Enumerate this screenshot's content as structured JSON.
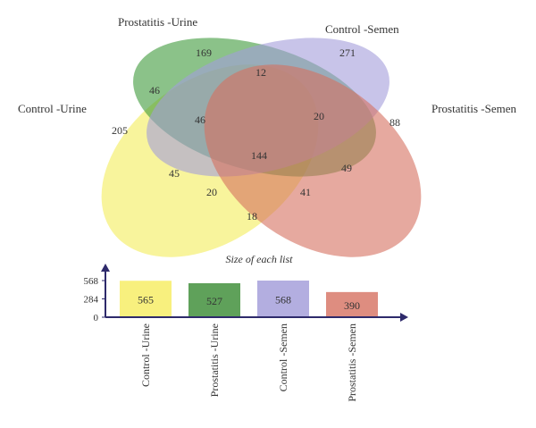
{
  "venn": {
    "sets": [
      {
        "key": "control_urine",
        "name": "Control -Urine",
        "color": "#f4ec5a"
      },
      {
        "key": "prostatitis_urine",
        "name": "Prostatitis -Urine",
        "color": "#3d9a3a"
      },
      {
        "key": "control_semen",
        "name": "Control -Semen",
        "color": "#a49cdb"
      },
      {
        "key": "prostatitis_semen",
        "name": "Prostatitis -Semen",
        "color": "#d6705f"
      }
    ],
    "regions": {
      "cu_only": "205",
      "pu_only": "169",
      "cs_only": "271",
      "ps_only": "88",
      "cu_pu": "46",
      "pu_cs": "12",
      "cu_pu_cs": "46",
      "pu_cs_ps": "20",
      "all": "144",
      "cu_ps": "45",
      "cs_ps": "49",
      "cu_pu_ps": "20",
      "cu_cs_ps": "41",
      "cu_ps_only": "18"
    }
  },
  "chart_data": {
    "type": "bar",
    "title": "Size of each list",
    "categories": [
      "Control -Urine",
      "Prostatitis -Urine",
      "Control -Semen",
      "Prostatitis -Semen"
    ],
    "values": [
      565,
      527,
      568,
      390
    ],
    "data_labels": [
      "565",
      "527",
      "568",
      "390"
    ],
    "colors": [
      "#f8f07e",
      "#5fa15a",
      "#b3aee0",
      "#de8d80"
    ],
    "yticks": [
      "0",
      "284",
      "568"
    ],
    "ylim": [
      0,
      568
    ]
  }
}
